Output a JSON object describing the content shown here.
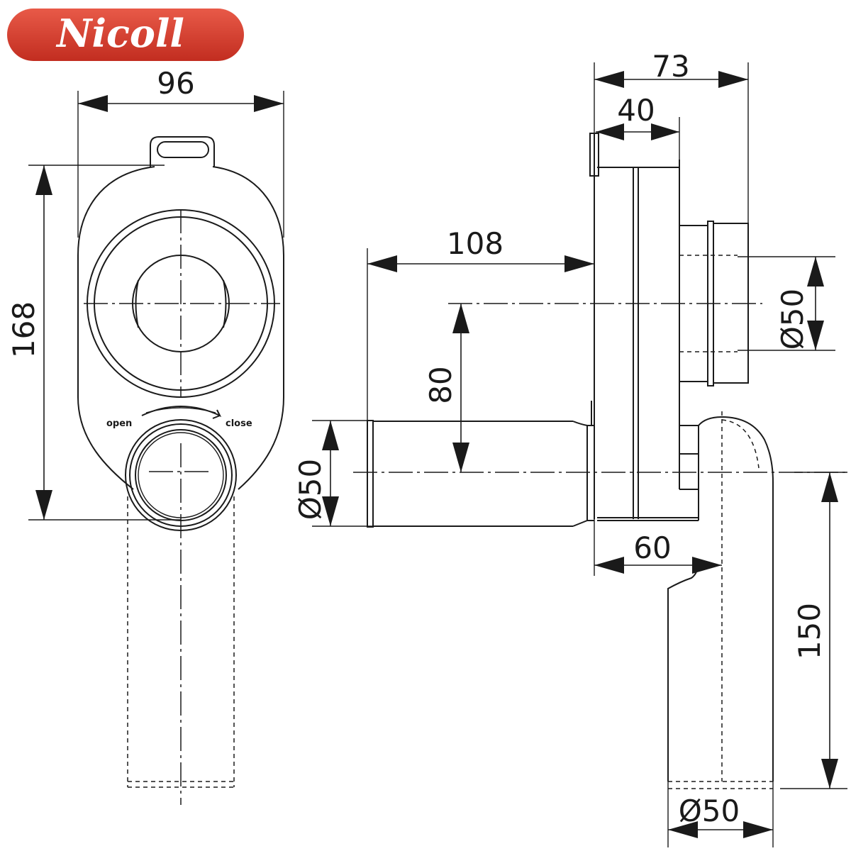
{
  "brand": {
    "name": "Nicoll",
    "color": "#d33a2c"
  },
  "front_view": {
    "dim_width": "96",
    "dim_height": "168",
    "label_open": "open",
    "label_close": "close"
  },
  "side_view": {
    "dim_depth": "73",
    "dim_inner": "40",
    "dim_inlet_length": "108",
    "dim_offset": "80",
    "dim_inlet_diameter": "Ø50",
    "dim_outlet_diameter": "Ø50",
    "dim_spacing": "60",
    "dim_drop": "150",
    "dim_bottom_diameter": "Ø50"
  }
}
